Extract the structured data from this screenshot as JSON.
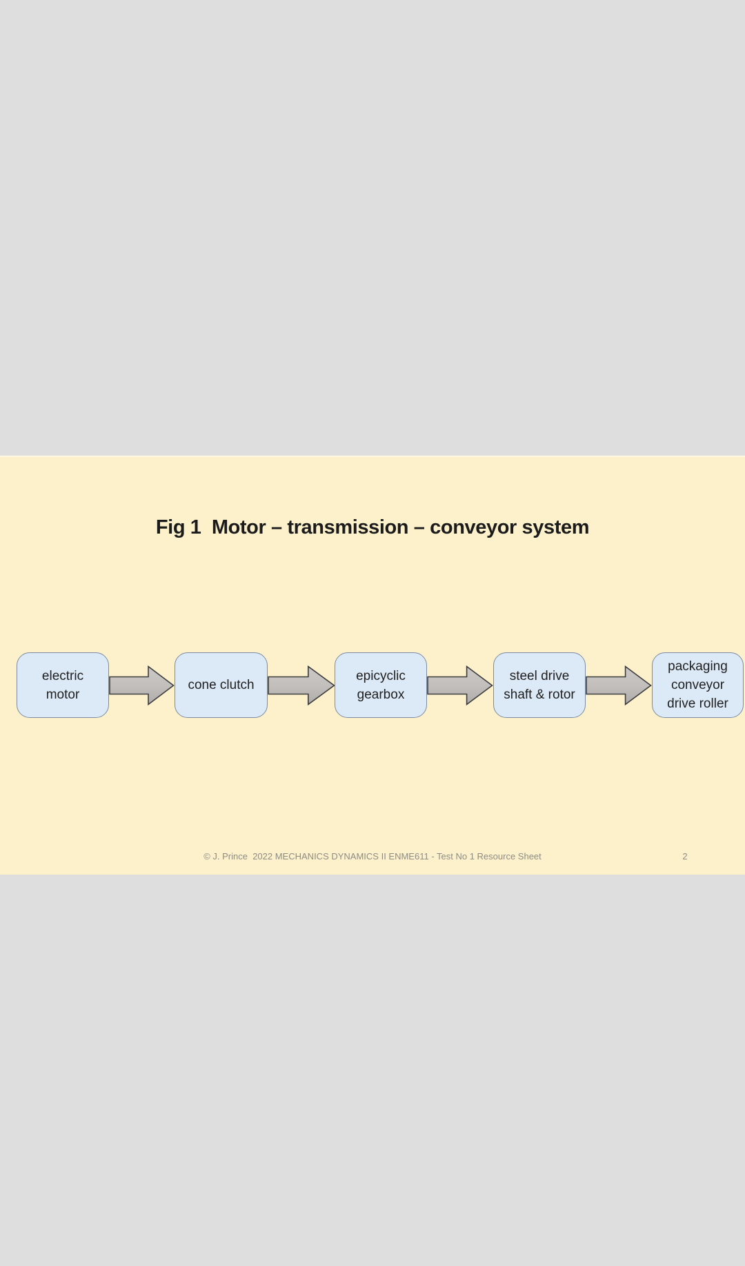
{
  "slide": {
    "title": "Fig 1  Motor – transmission – conveyor system",
    "flow": {
      "boxes": [
        {
          "label": "electric\nmotor"
        },
        {
          "label": "cone clutch"
        },
        {
          "label": "epicyclic\ngearbox"
        },
        {
          "label": "steel drive\nshaft & rotor"
        },
        {
          "label": "packaging\nconveyor\ndrive roller"
        }
      ],
      "arrow_icon": "block-arrow-right"
    },
    "footer": {
      "text": "© J. Prince  2022 MECHANICS DYNAMICS II ENME611 - Test No 1 Resource Sheet",
      "page_number": "2"
    }
  },
  "colors": {
    "viewer_background": "#dedede",
    "slide_background": "#fdf1cc",
    "box_fill": "#dce9f6",
    "box_border": "#7b8ba3",
    "arrow_fill_light": "#cbc8c5",
    "arrow_fill_dark": "#aeaba8",
    "arrow_outline": "#3d3d3d",
    "title_text": "#1b1b1b",
    "box_text": "#1f1f1f",
    "footer_text": "#8d8c84"
  }
}
